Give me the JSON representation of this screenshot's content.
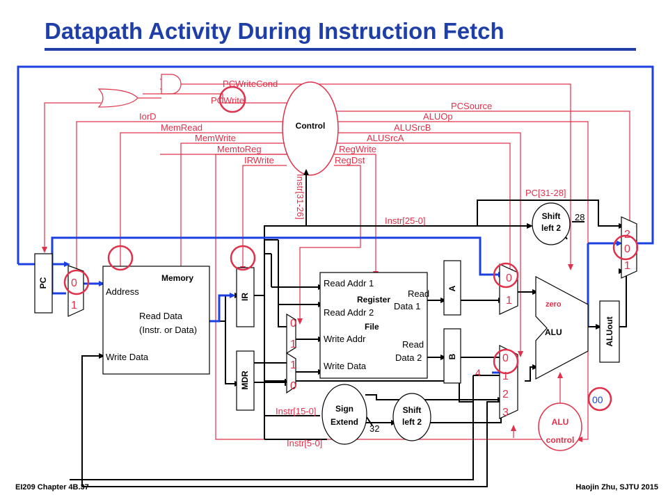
{
  "slide": {
    "title": "Datapath Activity During Instruction Fetch",
    "footer_left": "EI209  Chapter 4B.37",
    "footer_right": "Haojin Zhu, SJTU 2015"
  },
  "control": {
    "label": "Control",
    "signals_left": [
      "PCWriteCond",
      "PCWrite",
      "IorD",
      "MemRead",
      "MemWrite",
      "MemtoReg",
      "IRWrite"
    ],
    "signals_right": [
      "PCSource",
      "ALUOp",
      "ALUSrcB",
      "ALUSrcA",
      "RegWrite",
      "RegDst"
    ]
  },
  "blocks": {
    "pc": "PC",
    "memory_title": "Memory",
    "memory_address": "Address",
    "memory_read_data": "Read Data",
    "memory_read_data_note": "(Instr. or Data)",
    "memory_write_data": "Write Data",
    "ir": "IR",
    "mdr": "MDR",
    "reg_read_addr1": "Read Addr 1",
    "reg_title": "Register",
    "reg_read_addr2": "Read Addr 2",
    "reg_file": "File",
    "reg_write_addr": "Write Addr",
    "reg_write_data": "Write Data",
    "reg_read1": "Read",
    "reg_data1": "Data 1",
    "reg_read2": "Read",
    "reg_data2": "Data 2",
    "a": "A",
    "b": "B",
    "alu": "ALU",
    "alu_zero": "zero",
    "aluout": "ALUout",
    "alu_control": "ALU",
    "alu_control2": "control",
    "sign_extend1": "Sign",
    "sign_extend2": "Extend",
    "shift_left_a1": "Shift",
    "shift_left_a2": "left 2",
    "shift_left_b1": "Shift",
    "shift_left_b2": "left 2"
  },
  "wire_labels": {
    "instr_31_26": "Instr[31-26]",
    "instr_25_0": "Instr[25-0]",
    "pc_31_28": "PC[31-28]",
    "width_28": "28",
    "instr_15_0": "Instr[15-0]",
    "width_32": "32",
    "instr_5_0": "Instr[5-0]",
    "const_4": "4",
    "aluop_00": "00"
  },
  "muxes": {
    "pc_mux": [
      "0",
      "1"
    ],
    "regdst_mux": [
      "0",
      "1"
    ],
    "memtoreg_mux": [
      "1",
      "0"
    ],
    "alusrca_mux": [
      "0",
      "1"
    ],
    "alusrcb_mux": [
      "0",
      "1",
      "2",
      "3"
    ],
    "pcsource_mux": [
      "2",
      "0",
      "1"
    ]
  },
  "colors": {
    "title": "#1f3fa8",
    "control_lines": "#e0304a",
    "active_path": "#1b3fe0",
    "datapath": "#000000"
  }
}
